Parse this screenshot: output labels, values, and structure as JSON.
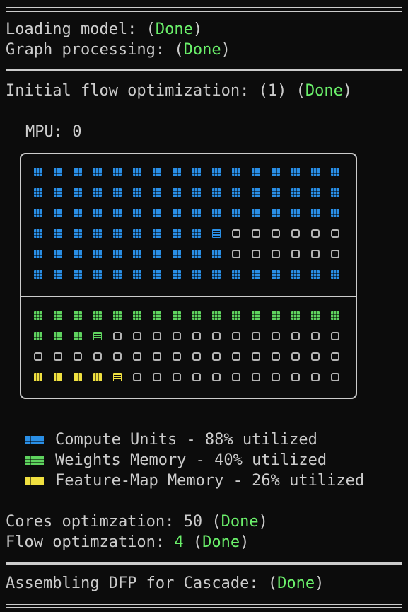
{
  "log": {
    "loading_label": "Loading model: (",
    "loading_status": "Done",
    "graph_label": "Graph processing: (",
    "graph_status": "Done",
    "initial_label": "Initial flow optimization: (1) (",
    "initial_status": "Done",
    "close_paren": ")"
  },
  "mpu": {
    "label": "MPU: 0",
    "rows": [
      {
        "color": "#2a8fe6",
        "cells": "FFFFFFFFFFFFFFFF"
      },
      {
        "color": "#2a8fe6",
        "cells": "FFFFFFFFFFFFFFFF"
      },
      {
        "color": "#2a8fe6",
        "cells": "FFFFFFFFFFFFFFFF"
      },
      {
        "color": "#2a8fe6",
        "cells": "FFFFFFFFFPEEEEEE"
      },
      {
        "color": "#2a8fe6",
        "cells": "FFFFFFFFFFEEEEEE"
      },
      {
        "color": "#2a8fe6",
        "cells": "FFFFFFFFFFFFFFFF"
      },
      {
        "color": "#5fd35f",
        "cells": "FFFFFFFFFFFFFFFF"
      },
      {
        "color": "#5fd35f",
        "cells": "FFFPEEEEEEEEEEEE"
      },
      {
        "color": "#5fd35f",
        "cells": "EEEEEEEEEEEEEEEE"
      },
      {
        "color": "#f0e040",
        "cells": "FFFFPEEEEEEEEEEE"
      }
    ]
  },
  "legend": [
    {
      "icon": "compute-units-icon",
      "color": "#2a8fe6",
      "label": "Compute Units - 88% utilized"
    },
    {
      "icon": "weights-memory-icon",
      "color": "#5fd35f",
      "label": "Weights Memory - 40% utilized"
    },
    {
      "icon": "feature-map-memory-icon",
      "color": "#f0e040",
      "label": "Feature-Map Memory - 26% utilized"
    }
  ],
  "summary": {
    "cores_label": "Cores optimzation: 50 (",
    "cores_status": "Done",
    "flow_label": "Flow optimzation: ",
    "flow_value": "4",
    "flow_mid": " (",
    "flow_status": "Done",
    "assembling_label": "Assembling DFP for Cascade: (",
    "assembling_status": "Done"
  }
}
